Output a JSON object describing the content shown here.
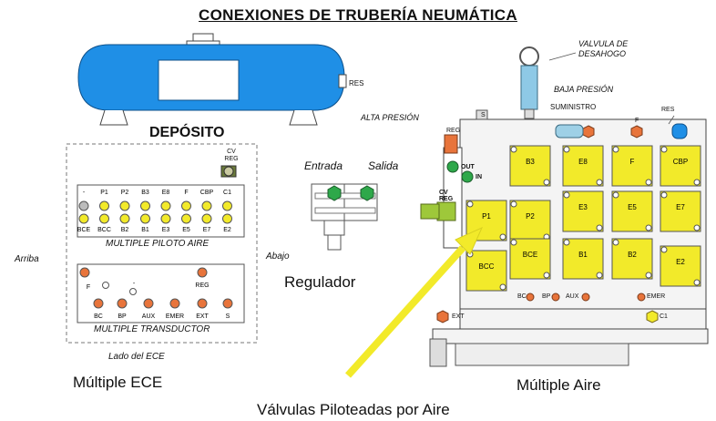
{
  "title": "CONEXIONES DE TRUBERÍA NEUMÁTICA",
  "tank": {
    "label": "DEPÓSITO",
    "port": "RES",
    "color": "#1f8fe6"
  },
  "ece": {
    "cv_reg": "CV REG",
    "pilot_top_labels": [
      "-",
      "P1",
      "P2",
      "B3",
      "E8",
      "F",
      "CBP",
      "C1"
    ],
    "pilot_bottom_labels": [
      "BCE",
      "BCC",
      "B2",
      "B1",
      "E3",
      "E5",
      "E7",
      "E2"
    ],
    "pilot_title": "MULTIPLE PILOTO AIRE",
    "trans_top_labels": [
      "F",
      "-",
      "REG"
    ],
    "trans_bottom_labels": [
      "BC",
      "BP",
      "AUX",
      "EMER",
      "EXT",
      "S"
    ],
    "trans_title": "MULTIPLE TRANSDUCTOR",
    "side": "Lado del ECE",
    "arriba": "Arriba",
    "abajo": "Abajo",
    "name": "Múltiple ECE"
  },
  "regulator": {
    "entrada": "Entrada",
    "salida": "Salida",
    "name": "Regulador"
  },
  "air": {
    "valvula": "VALVULA DE DESAHOGO",
    "baja": "BAJA PRESIÓN",
    "suministro": "SUMINISTRO",
    "alta": "ALTA PRESIÓN",
    "res": "RES",
    "s": "S",
    "f": "F",
    "reg": "REG",
    "out": "OUT",
    "in": "IN",
    "cvreg": "CV REG",
    "blocks": [
      "B3",
      "E8",
      "F",
      "CBP",
      "P1",
      "P2",
      "E3",
      "E5",
      "E7",
      "BCE",
      "B1",
      "B2",
      "BCC",
      "E2"
    ],
    "bottom_ports": [
      "BC",
      "BP",
      "AUX",
      "EMER"
    ],
    "ext": "EXT",
    "c1": "C1",
    "name": "Múltiple Aire"
  },
  "arrow_label": "Válvulas Piloteadas por Aire",
  "colors": {
    "yellow": "#f2ea2a",
    "orange": "#e8743b",
    "green": "#2ea84a",
    "blue": "#1f8fe6"
  }
}
